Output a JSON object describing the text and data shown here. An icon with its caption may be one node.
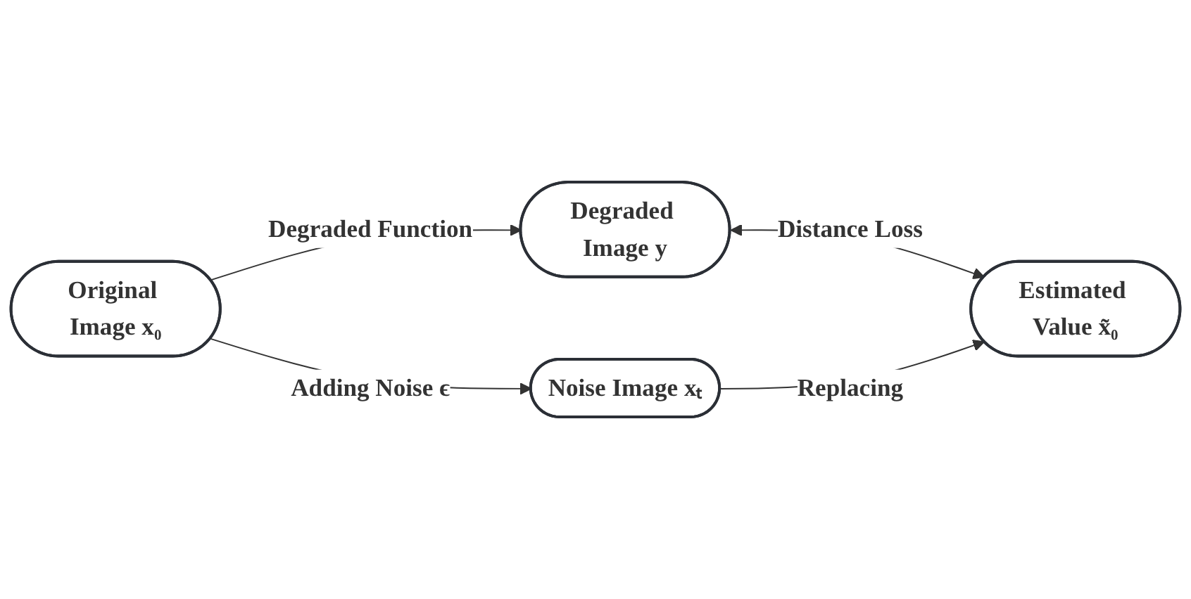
{
  "diagram": {
    "nodes": [
      {
        "text": [
          "Degraded Image y"
        ]
      },
      {
        "text": [
          "Estimated Value x̃₀"
        ]
      },
      {
        "text": [
          "Original Image x₀"
        ]
      },
      {
        "text": [
          "Noise Image xₜ"
        ]
      }
    ],
    "edges": [
      {
        "from": 0,
        "to": 1,
        "arrow": "both",
        "label": "Distance Loss"
      },
      {
        "from": 2,
        "to": 0,
        "arrow": "to",
        "label": "Degraded Function"
      },
      {
        "from": 2,
        "to": 3,
        "arrow": "to",
        "label": "Adding Noise ϵ"
      },
      {
        "from": 3,
        "to": 1,
        "arrow": "to",
        "label": "Replacing"
      }
    ]
  }
}
